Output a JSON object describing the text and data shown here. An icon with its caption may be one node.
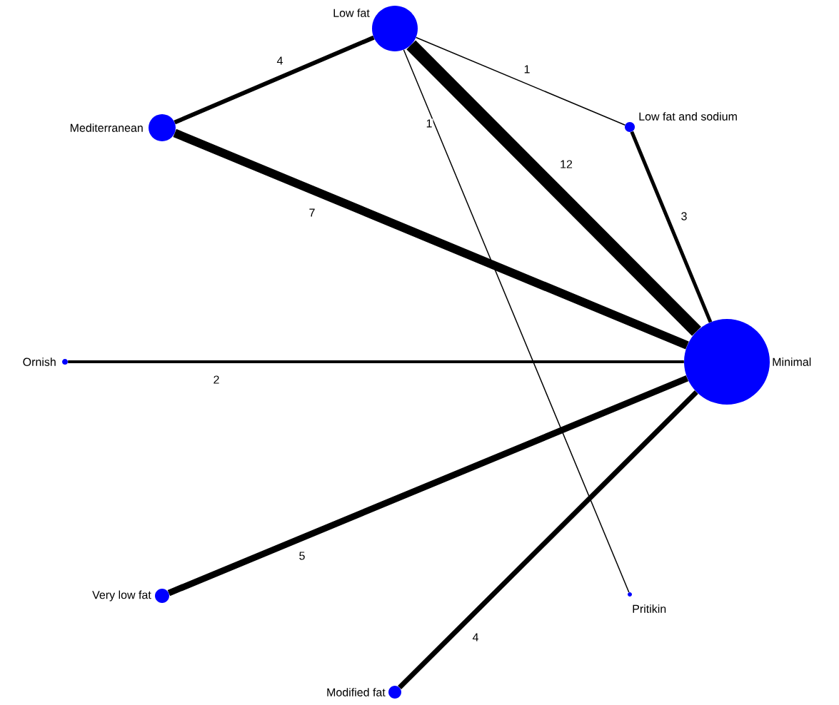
{
  "diagram": {
    "nodes": [
      {
        "text": [
          "Low fat"
        ]
      },
      {
        "text": [
          "Mediterranean"
        ]
      },
      {
        "text": [
          "Low fat and sodium"
        ]
      },
      {
        "text": [
          "Ornish"
        ]
      },
      {
        "text": [
          "Minimal"
        ]
      },
      {
        "text": [
          "Very low fat"
        ]
      },
      {
        "text": [
          "Pritikin"
        ]
      },
      {
        "text": [
          "Modified fat"
        ]
      }
    ],
    "edges": [
      {
        "from": 0,
        "to": 1,
        "arrow": "none",
        "label": "4"
      },
      {
        "from": 0,
        "to": 2,
        "arrow": "none",
        "label": "1"
      },
      {
        "from": 0,
        "to": 4,
        "arrow": "none",
        "label": "12",
        "style": "thick"
      },
      {
        "from": 0,
        "to": 6,
        "arrow": "none",
        "label": "1"
      },
      {
        "from": 1,
        "to": 4,
        "arrow": "none",
        "label": "7",
        "style": "thick"
      },
      {
        "from": 2,
        "to": 4,
        "arrow": "none",
        "label": "3"
      },
      {
        "from": 3,
        "to": 4,
        "arrow": "none",
        "label": "2"
      },
      {
        "from": 5,
        "to": 4,
        "arrow": "none",
        "label": "5"
      },
      {
        "from": 7,
        "to": 4,
        "arrow": "none",
        "label": "4"
      }
    ]
  }
}
